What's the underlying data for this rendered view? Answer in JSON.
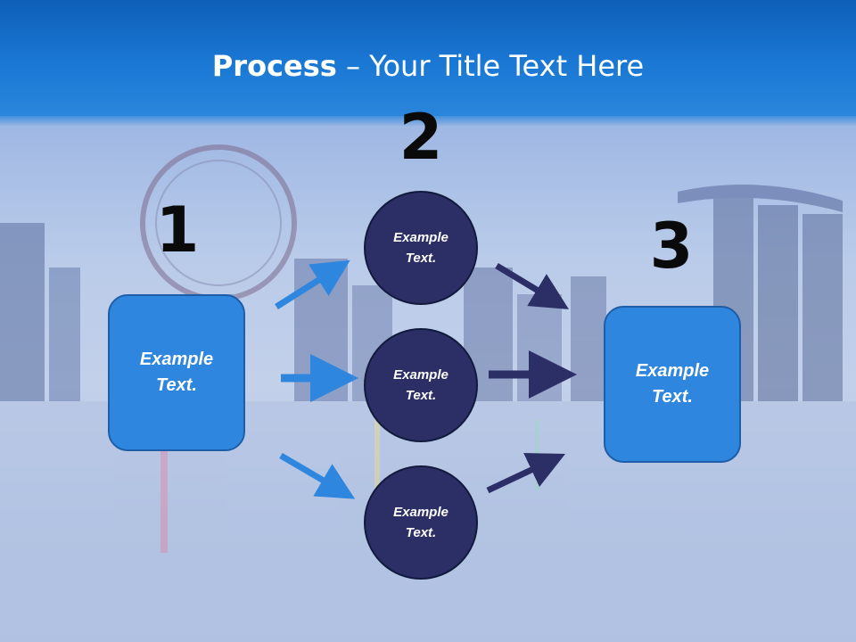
{
  "title": {
    "bold": "Process",
    "rest": " – Your Title Text Here"
  },
  "steps": {
    "one": {
      "number": "1",
      "label": "Example Text."
    },
    "two": {
      "number": "2",
      "circles": [
        "Example Text.",
        "Example Text.",
        "Example Text."
      ]
    },
    "three": {
      "number": "3",
      "label": "Example Text."
    }
  },
  "colors": {
    "title_bar": "#1a78d4",
    "box_fill": "#2e86de",
    "circle_fill": "#2c2f66",
    "arrow_light": "#2e86de",
    "arrow_dark": "#2c2f66"
  }
}
